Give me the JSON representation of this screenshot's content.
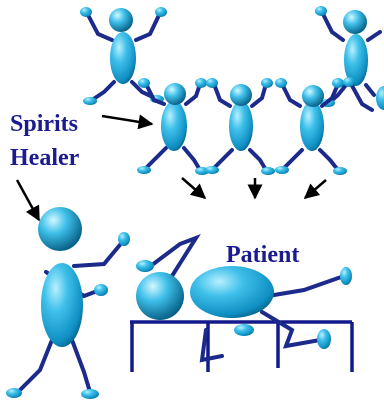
{
  "labels": {
    "spirits": "Spirits",
    "healer": "Healer",
    "patient": "Patient"
  },
  "colors": {
    "body_light": "#6fd6f5",
    "body_mid": "#16a6d8",
    "body_dark": "#045f86",
    "limb_stroke": "#1c2a8c",
    "text": "#1b1b8f",
    "arrow": "#000000",
    "table": "#131a8a"
  }
}
